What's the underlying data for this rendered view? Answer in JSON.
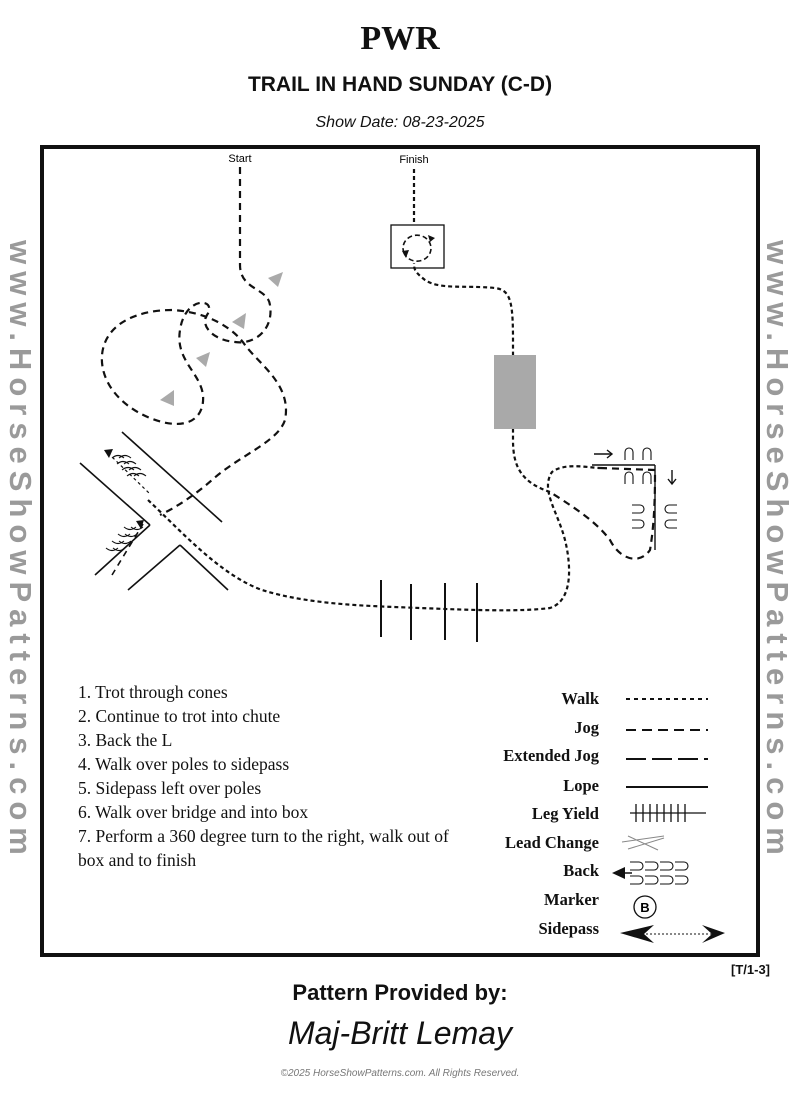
{
  "header": {
    "org": "PWR",
    "class_name": "TRAIL IN HAND SUNDAY (C-D)",
    "show_date": "Show Date: 08-23-2025"
  },
  "arena": {
    "start_label": "Start",
    "finish_label": "Finish"
  },
  "watermark": {
    "text": "www.HorseShowPatterns.com"
  },
  "instructions": [
    "1. Trot through cones",
    "2. Continue to trot into chute",
    "3. Back the L",
    "4. Walk over poles to sidepass",
    "5. Sidepass left over poles",
    "6. Walk over bridge and into box",
    "7. Perform a 360 degree turn to the right, walk out of  box and to finish"
  ],
  "legend": {
    "walk": "Walk",
    "jog": "Jog",
    "extended_jog": "Extended Jog",
    "lope": "Lope",
    "leg_yield": "Leg Yield",
    "lead_change": "Lead Change",
    "back": "Back",
    "marker": "Marker",
    "marker_letter": "B",
    "sidepass": "Sidepass"
  },
  "footer": {
    "pattern_code": "[T/1-3]",
    "provided_by": "Pattern Provided by:",
    "author": "Maj-Britt Lemay",
    "copyright": "©2025 HorseShowPatterns.com. All Rights Reserved."
  }
}
